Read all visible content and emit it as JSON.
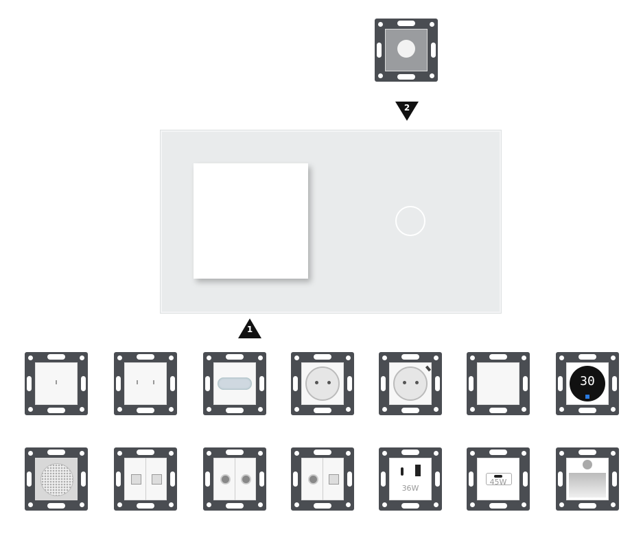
{
  "markers": {
    "step1": "1",
    "step2": "2"
  },
  "modules_row1": [
    {
      "type": "switch-1"
    },
    {
      "type": "switch-2"
    },
    {
      "type": "rocker"
    },
    {
      "type": "socket"
    },
    {
      "type": "socket-usb"
    },
    {
      "type": "blank"
    },
    {
      "type": "thermostat",
      "display": "30"
    }
  ],
  "modules_row2": [
    {
      "type": "speaker"
    },
    {
      "type": "rj45-double"
    },
    {
      "type": "tv-double"
    },
    {
      "type": "tv-rj45"
    },
    {
      "type": "usb-charger",
      "label": "36W"
    },
    {
      "type": "usbc-charger",
      "label": "45W"
    },
    {
      "type": "step-light"
    }
  ],
  "colors": {
    "frame": "#4a4d52",
    "panel": "#e9ebec",
    "marker": "#111111"
  }
}
